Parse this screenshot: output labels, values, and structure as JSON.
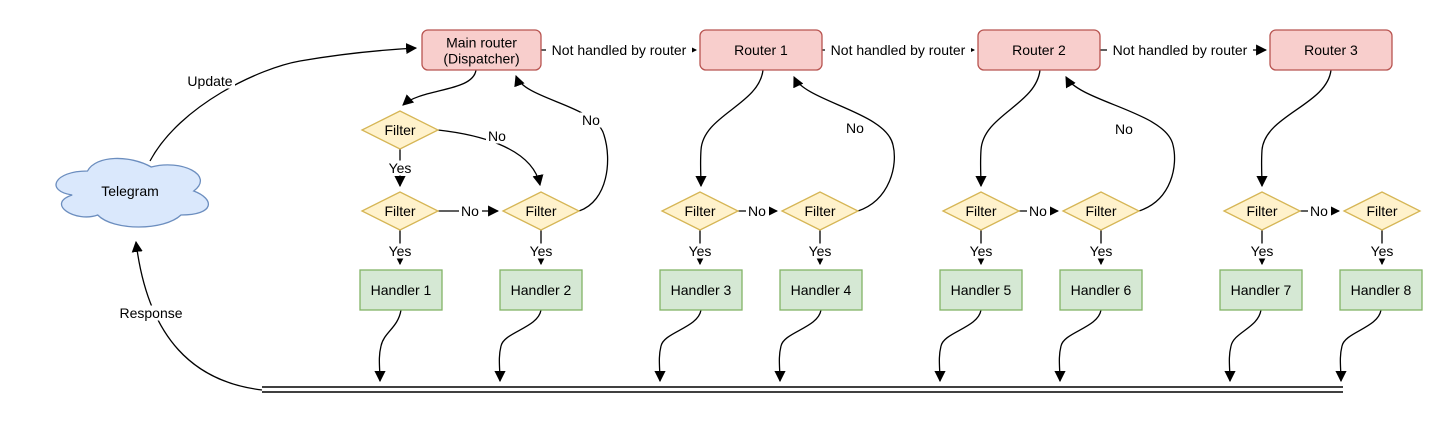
{
  "colors": {
    "router_fill": "#f8cecc",
    "router_stroke": "#b85450",
    "filter_fill": "#fff2cc",
    "filter_stroke": "#d6b656",
    "handler_fill": "#d5e8d4",
    "handler_stroke": "#82b366",
    "cloud_fill": "#dae8fc",
    "cloud_stroke": "#6c8ebf",
    "edge": "#000000",
    "label_bg": "#ffffff"
  },
  "cloud": {
    "label": "Telegram"
  },
  "edge_labels": {
    "update": "Update",
    "response": "Response",
    "not_handled": "Not handled by router",
    "yes": "Yes",
    "no": "No"
  },
  "nodes": {
    "routers": [
      {
        "line1": "Main router",
        "line2": "(Dispatcher)"
      },
      {
        "line1": "Router 1"
      },
      {
        "line1": "Router 2"
      },
      {
        "line1": "Router 3"
      }
    ],
    "filter_label": "Filter",
    "handlers": [
      "Handler 1",
      "Handler 2",
      "Handler 3",
      "Handler 4",
      "Handler 5",
      "Handler 6",
      "Handler 7",
      "Handler 8"
    ]
  }
}
